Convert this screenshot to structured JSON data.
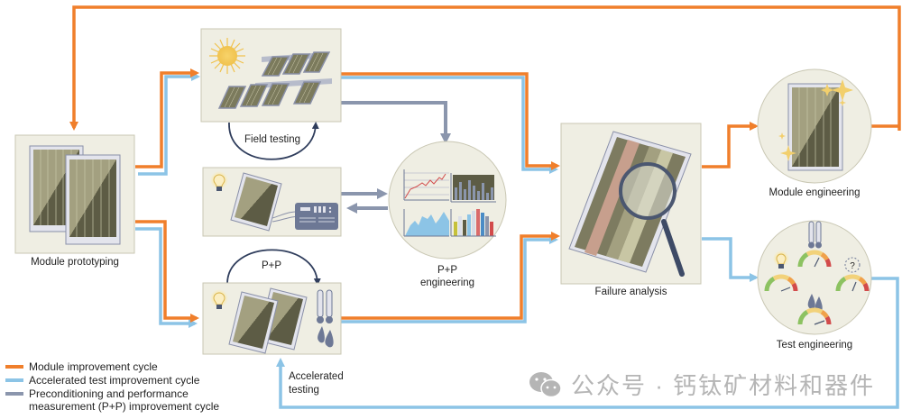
{
  "colors": {
    "module_cycle": "#f07f2b",
    "accelerated_cycle": "#8cc4e6",
    "pp_cycle": "#8b96ad",
    "loop_arrow": "#2f3d5c",
    "box_bg": "#efeee3",
    "box_border": "#c9c7b3"
  },
  "nodes": {
    "module_prototyping": "Module prototyping",
    "field_testing": "Field testing",
    "pp_loop": "P+P",
    "pp_engineering_line1": "P+P",
    "pp_engineering_line2": "engineering",
    "accelerated_testing_line1": "Accelerated",
    "accelerated_testing_line2": "testing",
    "failure_analysis": "Failure analysis",
    "module_engineering": "Module engineering",
    "test_engineering": "Test engineering"
  },
  "legend": [
    {
      "label": "Module improvement cycle",
      "color_key": "module_cycle"
    },
    {
      "label": "Accelerated test improvement cycle",
      "color_key": "accelerated_cycle"
    },
    {
      "label_line1": "Preconditioning and performance",
      "label_line2": "measurement (P+P) improvement cycle",
      "color_key": "pp_cycle"
    }
  ],
  "watermark": {
    "icon": "wechat-icon",
    "text": "公众号 · 钙钛矿材料和器件"
  },
  "test_engineering_icons": [
    "lightbulb-icon",
    "thermometer-icon",
    "question-icon",
    "water-drops-icon"
  ],
  "test_engineering_marker": "?"
}
